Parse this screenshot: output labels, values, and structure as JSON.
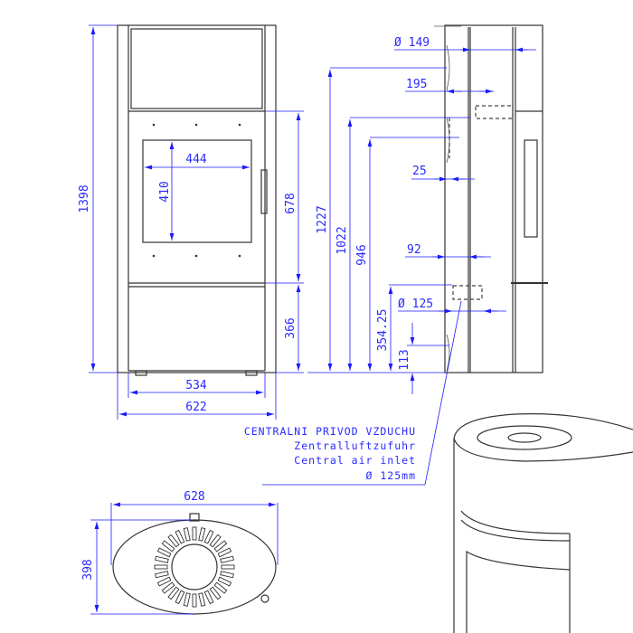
{
  "front_view": {
    "height": "1398",
    "door_height": "678",
    "base_height": "366",
    "inner_width": "534",
    "total_width": "622",
    "glass_width": "444",
    "glass_height": "410"
  },
  "side_view": {
    "flue_diameter": "Ø 149",
    "flue_offset": "195",
    "h_1227": "1227",
    "h_1022": "1022",
    "h_946": "946",
    "offset_25": "25",
    "offset_92": "92",
    "air_diameter": "Ø 125",
    "h_354": "354.25",
    "h_113": "113"
  },
  "callout": {
    "line1": "CENTRALNI PRIVOD VZDUCHU",
    "line2": "Zentralluftzufuhr",
    "line3": "Central air inlet",
    "line4": "Ø 125mm"
  },
  "top_view": {
    "width": "628",
    "depth": "398"
  }
}
